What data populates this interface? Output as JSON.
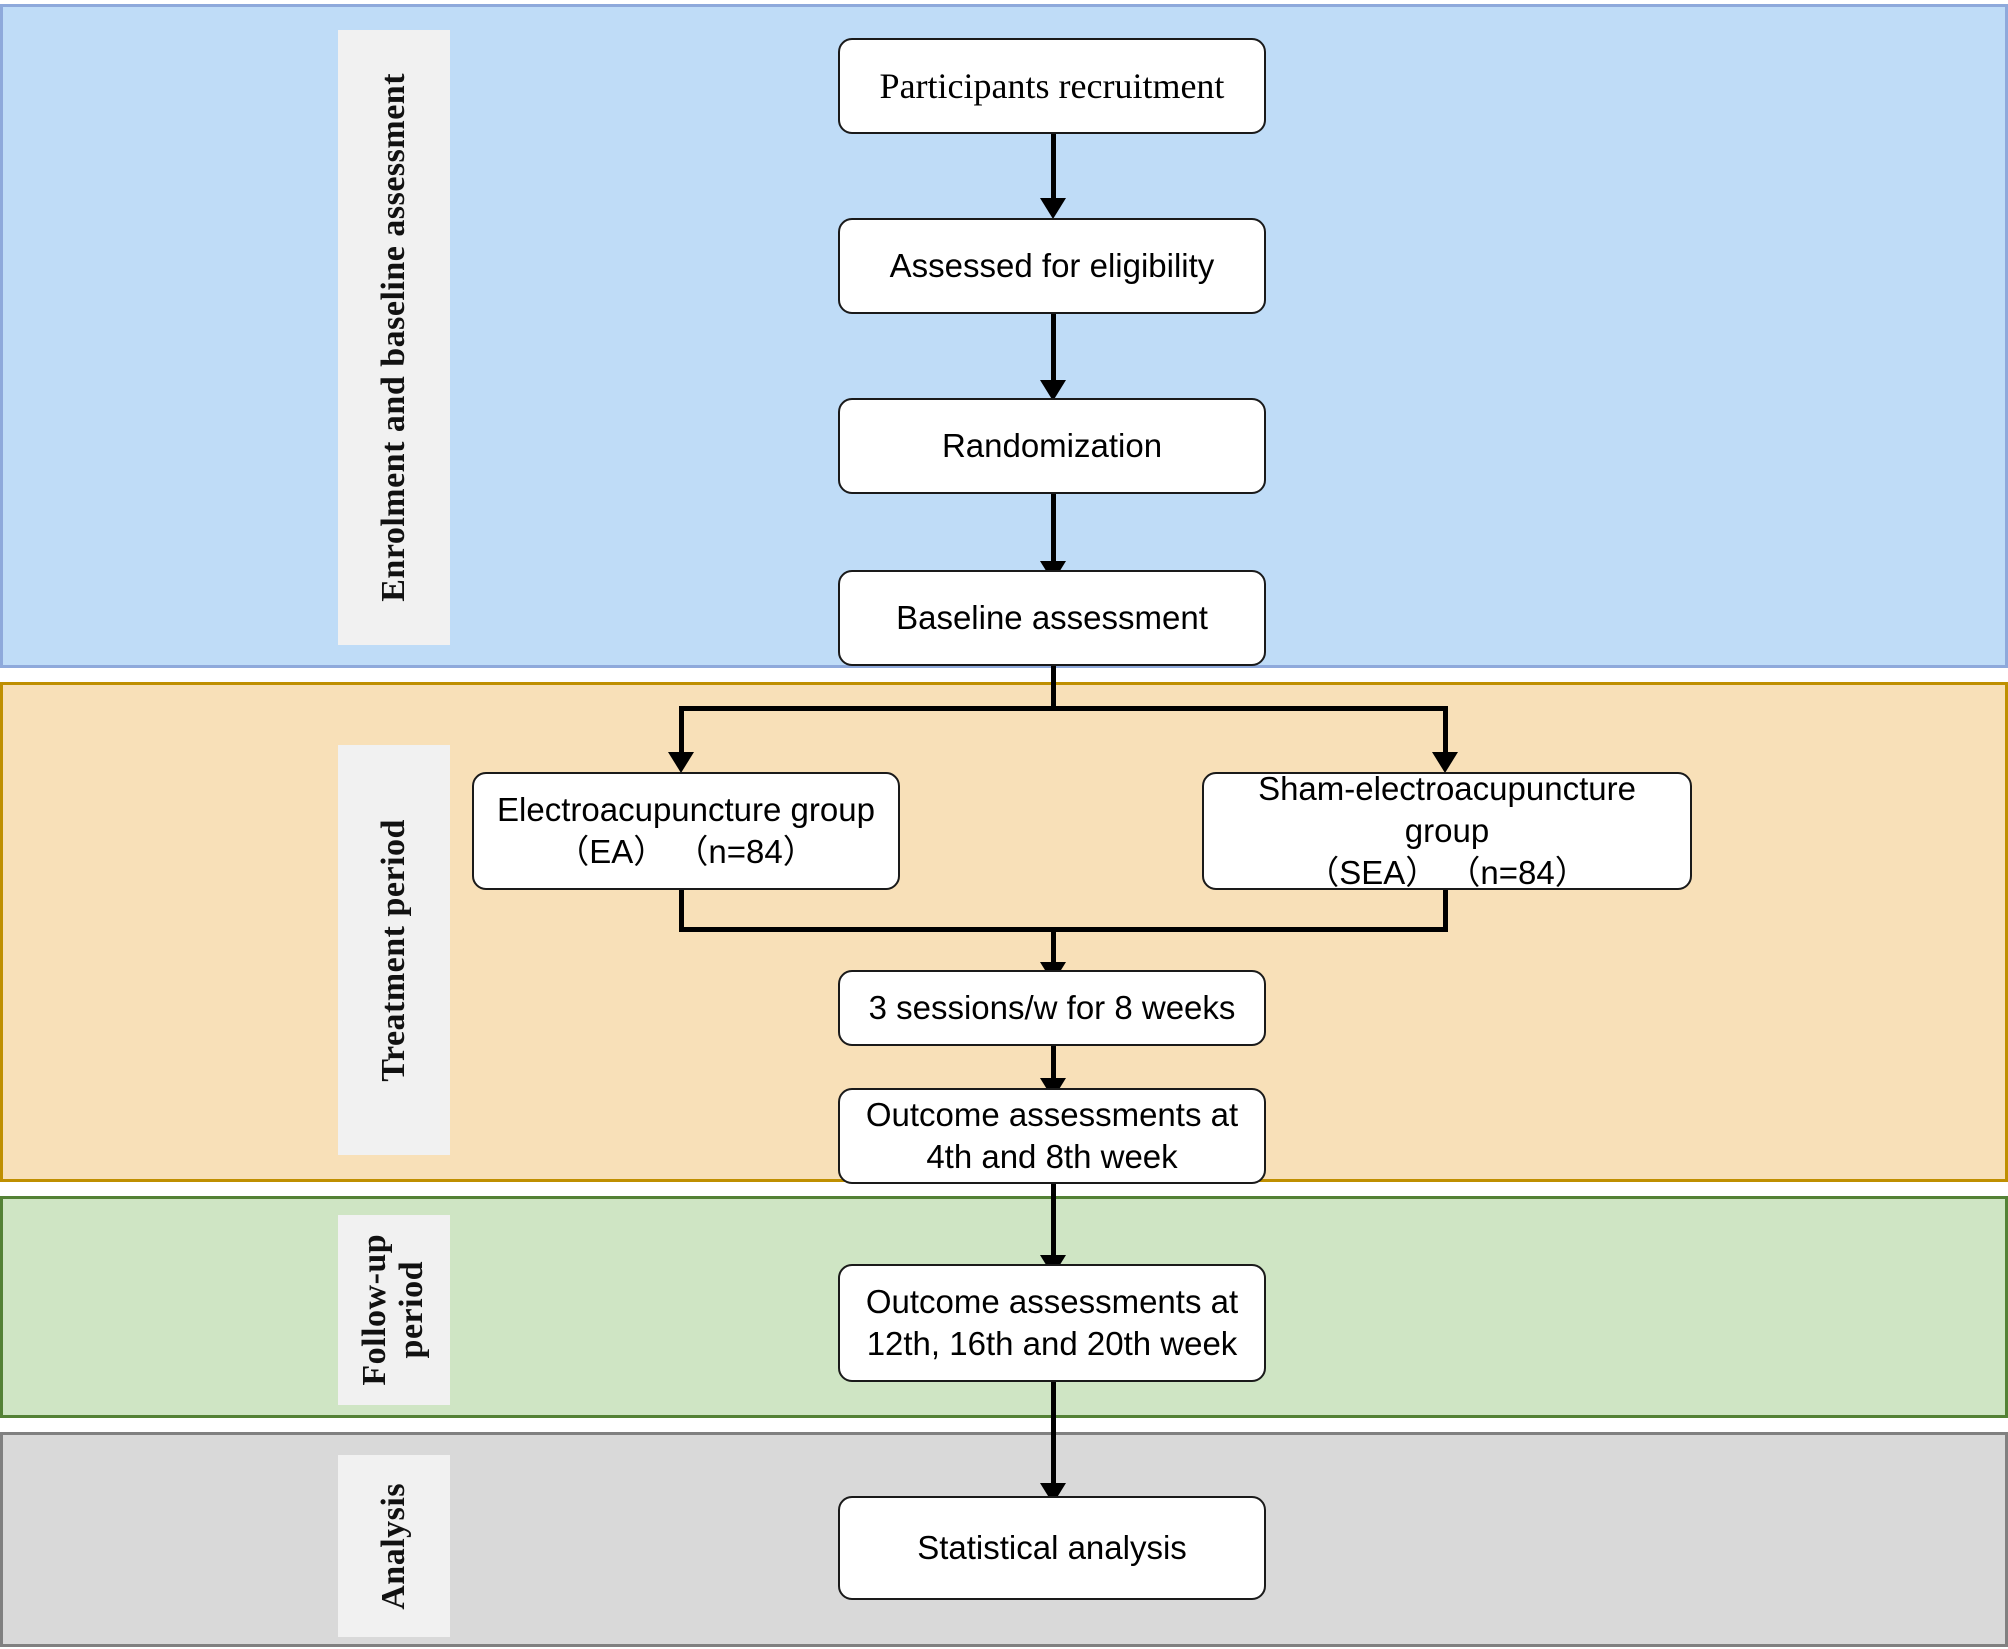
{
  "figure": {
    "type": "flowchart",
    "title": "Clinical trial participant flow diagram"
  },
  "sections": [
    {
      "id": "enrolment",
      "label": "Enrolment and baseline assessment",
      "background": "#bfdcf7",
      "border": "#8ea9db"
    },
    {
      "id": "treatment",
      "label": "Treatment period",
      "background": "#f8e0b8",
      "border": "#bf8f00"
    },
    {
      "id": "followup",
      "label": "Follow-up\nperiod",
      "background": "#cfe5c4",
      "border": "#538135"
    },
    {
      "id": "analysis",
      "label": "Analysis",
      "background": "#d9d9d9",
      "border": "#808080"
    }
  ],
  "nodes": {
    "recruitment": "Participants recruitment",
    "eligibility": "Assessed for eligibility",
    "randomization": "Randomization",
    "baseline": "Baseline assessment",
    "ea_line1": "Electroacupuncture group",
    "ea_line2": "（EA）  （n=84）",
    "sea_line1": "Sham-electroacupuncture group",
    "sea_line2": "（SEA）  （n=84）",
    "sessions": "3 sessions/w for 8 weeks",
    "outcome_treat_line1": "Outcome assessments at",
    "outcome_treat_line2": "4th and 8th week",
    "outcome_follow_line1": "Outcome assessments at",
    "outcome_follow_line2": "12th, 16th and 20th week",
    "statistics": "Statistical analysis"
  },
  "arms": [
    {
      "name": "Electroacupuncture group",
      "abbrev": "EA",
      "n": 84
    },
    {
      "name": "Sham-electroacupuncture group",
      "abbrev": "SEA",
      "n": 84
    }
  ],
  "schedule": {
    "frequency_per_week": 3,
    "treatment_weeks": 8,
    "treatment_assessment_weeks": [
      4,
      8
    ],
    "followup_assessment_weeks": [
      12,
      16,
      20
    ]
  },
  "colors": {
    "node_fill": "#ffffff",
    "node_border": "#1a1a1a",
    "connector": "#000000",
    "label_panel": "#f1f1f1"
  }
}
